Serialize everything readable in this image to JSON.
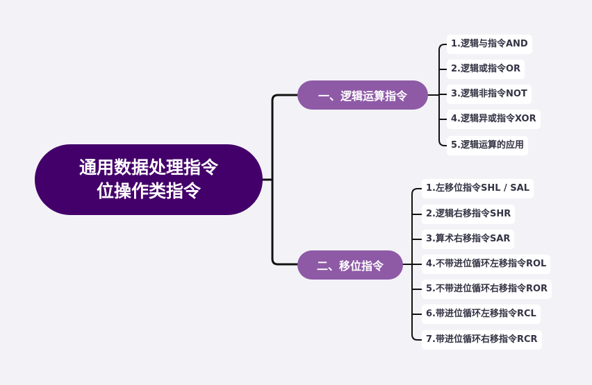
{
  "root": {
    "title_line1": "通用数据处理指令",
    "title_line2": "位操作类指令"
  },
  "branches": [
    {
      "label": "一、逻辑运算指令",
      "items": [
        "1.逻辑与指令AND",
        "2.逻辑或指令OR",
        "3.逻辑非指令NOT",
        "4.逻辑异或指令XOR",
        "5.逻辑运算的应用"
      ]
    },
    {
      "label": "二、移位指令",
      "items": [
        "1.左移位指令SHL / SAL",
        "2.逻辑右移指令SHR",
        "3.算术右移指令SAR",
        "4.不带进位循环左移指令ROL",
        "5.不带进位循环右移指令ROR",
        "6.带进位循环左移指令RCL",
        "7.带进位循环右移指令RCR"
      ]
    }
  ],
  "colors": {
    "background": "#f3f3f7",
    "root": "#44006a",
    "branch": "#8e5aa6",
    "leaf_bg": "#ffffff",
    "leaf_text": "#333344",
    "line": "#111111"
  }
}
